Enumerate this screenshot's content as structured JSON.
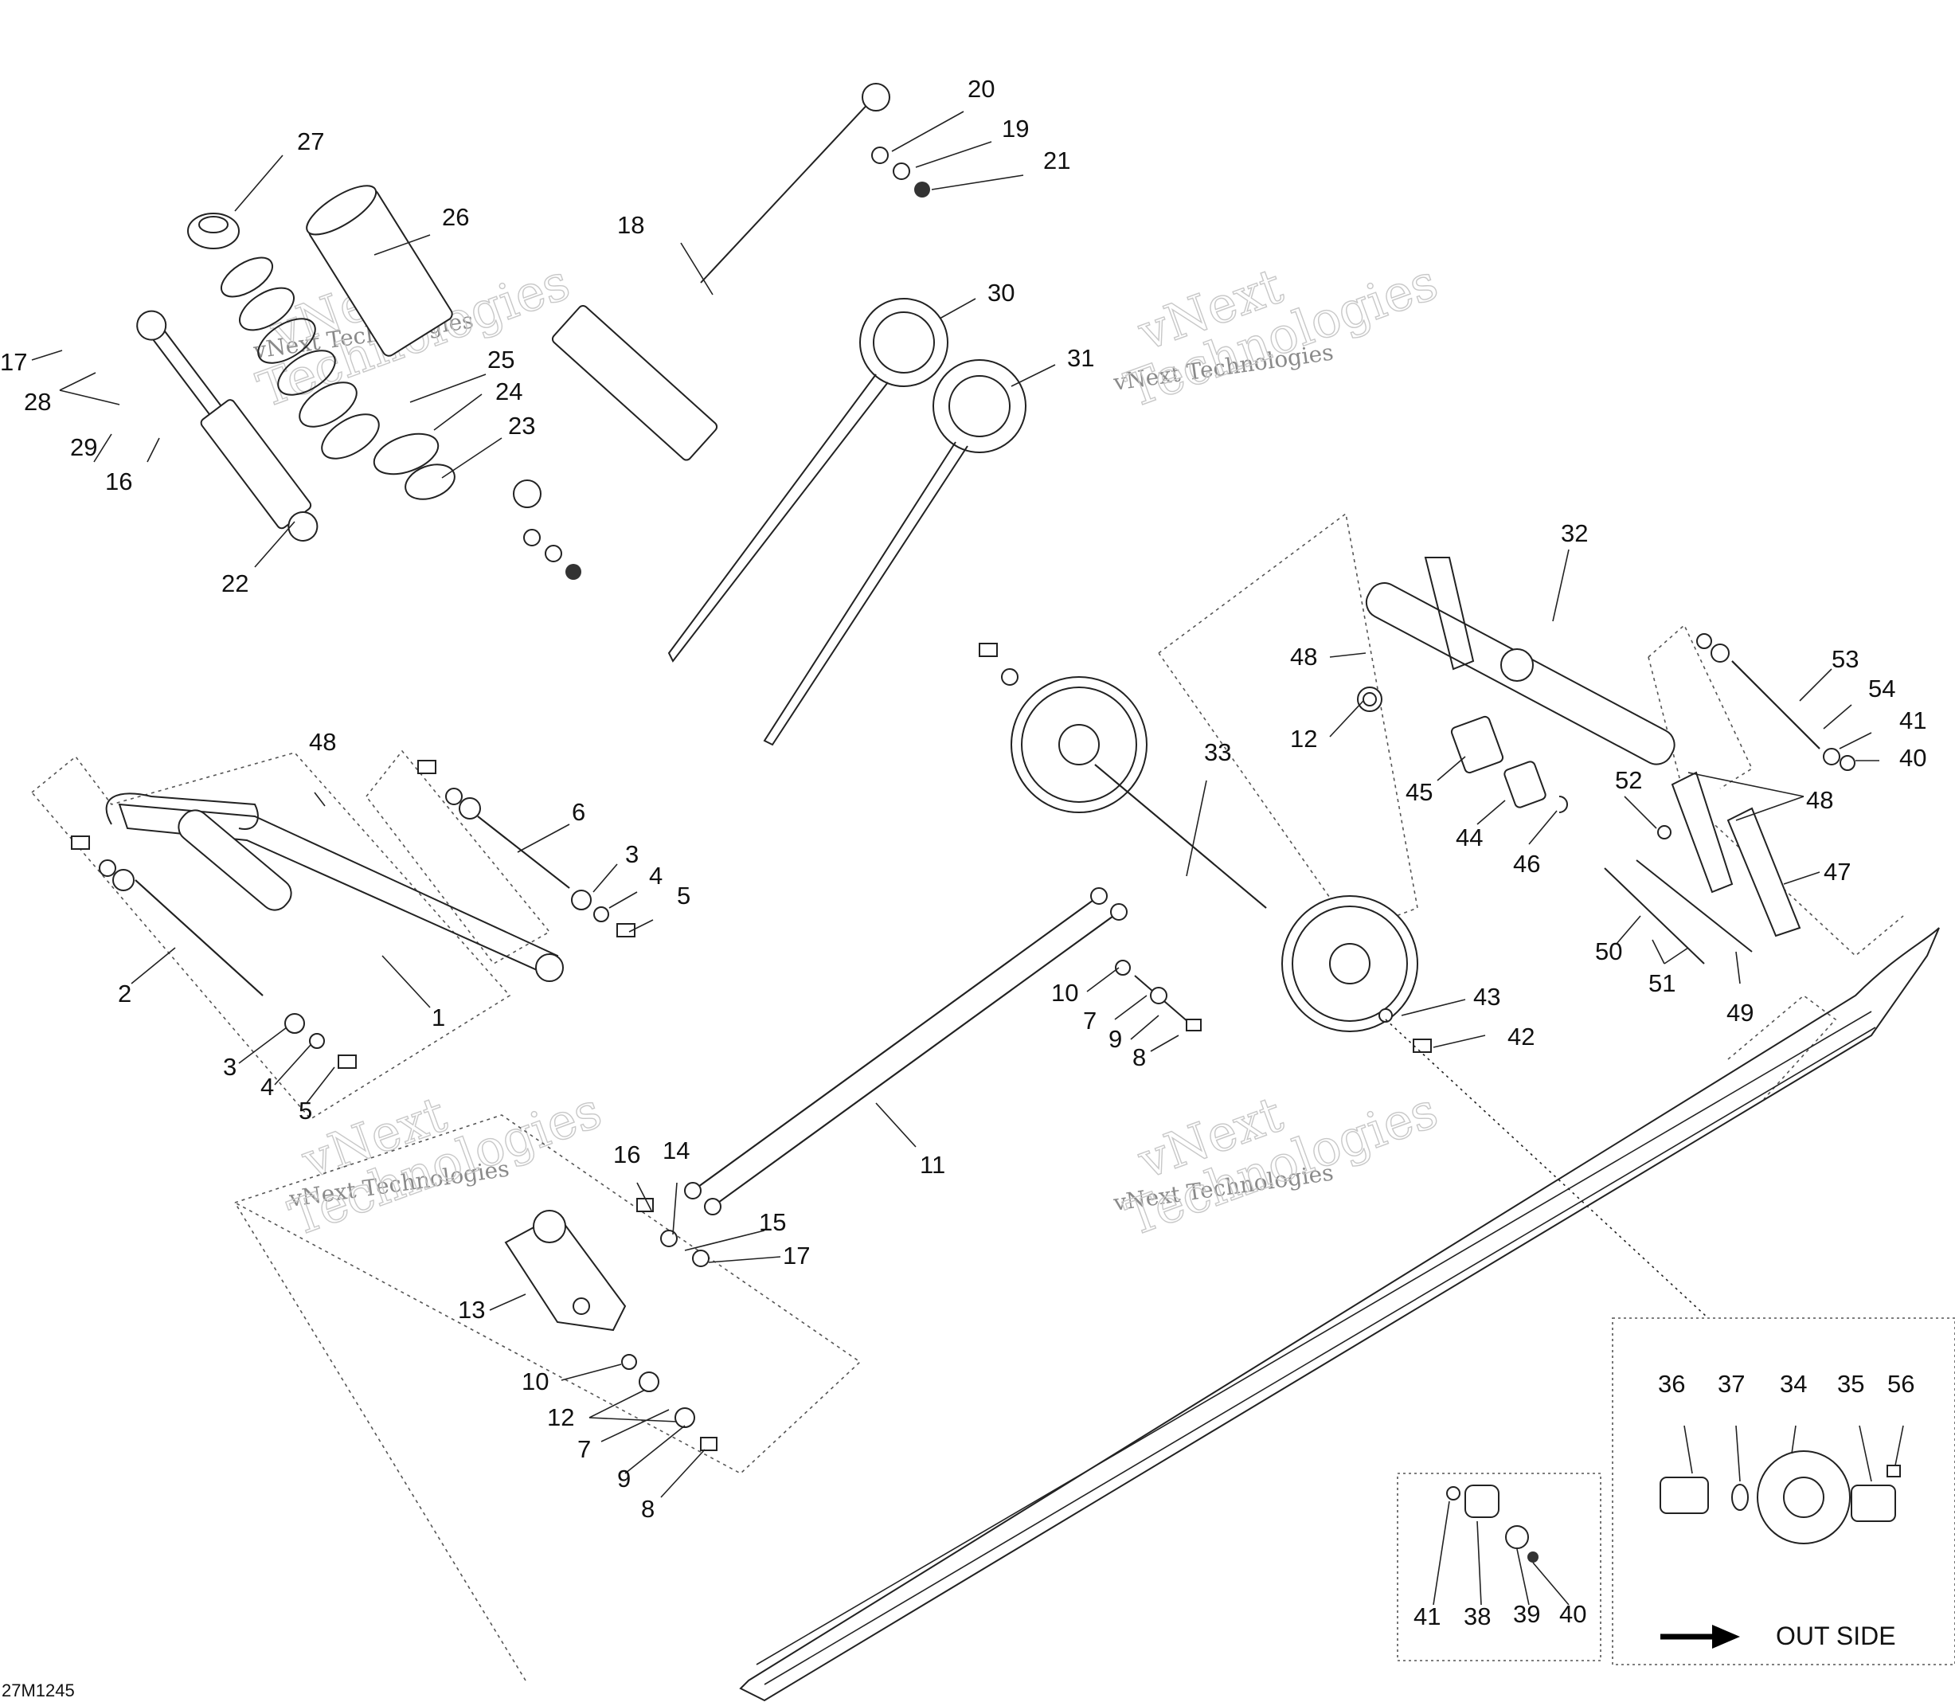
{
  "drawing_number": "27M1245",
  "watermark": {
    "line1": "vNext Technologies",
    "outline_top": "vNext",
    "outline_bottom": "Technologies"
  },
  "inset": {
    "direction_label": "OUT SIDE"
  },
  "callouts": [
    "27",
    "26",
    "20",
    "19",
    "21",
    "18",
    "17",
    "28",
    "29",
    "16",
    "25",
    "24",
    "23",
    "22",
    "30",
    "31",
    "32",
    "48",
    "12",
    "45",
    "44",
    "46",
    "33",
    "53",
    "54",
    "41",
    "40",
    "52",
    "48",
    "47",
    "50",
    "51",
    "49",
    "43",
    "42",
    "6",
    "3",
    "4",
    "5",
    "2",
    "1",
    "3",
    "4",
    "5",
    "48",
    "10",
    "7",
    "9",
    "8",
    "11",
    "16",
    "14",
    "15",
    "17",
    "13",
    "10",
    "12",
    "7",
    "9",
    "8",
    "36",
    "37",
    "34",
    "35",
    "56",
    "41",
    "38",
    "39",
    "40"
  ]
}
